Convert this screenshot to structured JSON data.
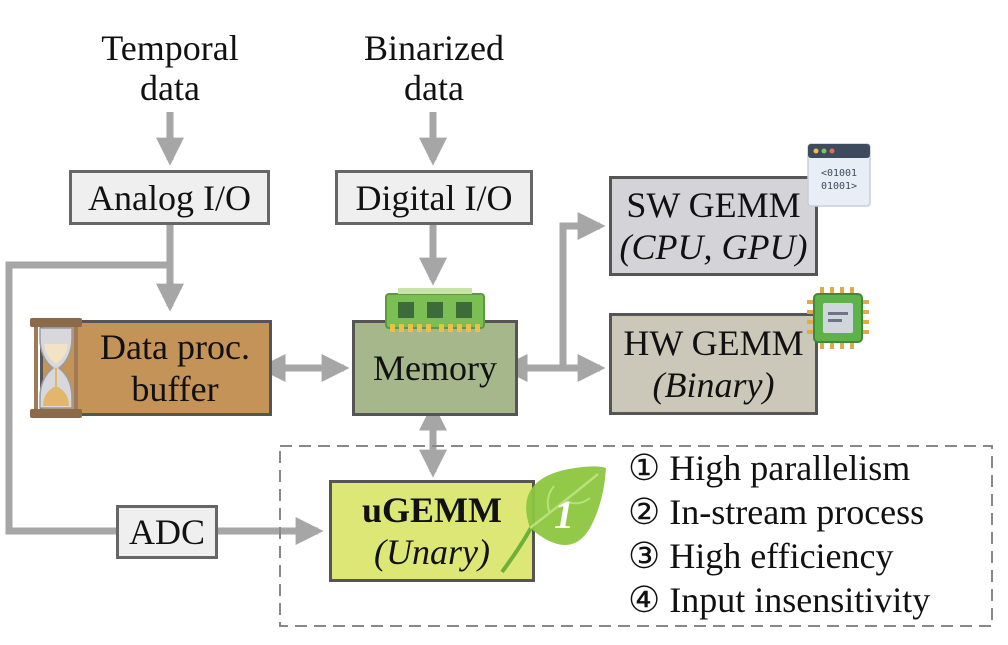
{
  "inputs": {
    "temporal": [
      "Temporal",
      "data"
    ],
    "binarized": [
      "Binarized",
      "data"
    ]
  },
  "io": {
    "analog": "Analog I/O",
    "digital": "Digital I/O"
  },
  "blocks": {
    "buffer": [
      "Data proc.",
      "buffer"
    ],
    "memory": "Memory",
    "sw_gemm": {
      "title": "SW GEMM",
      "subtitle": "(CPU, GPU)"
    },
    "hw_gemm": {
      "title": "HW GEMM",
      "subtitle": "(Binary)"
    },
    "adc": "ADC",
    "ugemm": {
      "title": "uGEMM",
      "subtitle": "(Unary)"
    }
  },
  "features": [
    "① High parallelism",
    "② In-stream process",
    "③ High efficiency",
    "④ Input insensitivity"
  ],
  "icons": {
    "hourglass": "hourglass-icon",
    "memory_chip": "memory-module-icon",
    "code_window": "binary-code-window-icon",
    "processor": "processor-chip-icon",
    "leaf": "leaf-one-icon"
  },
  "colors": {
    "arrow": "#a6a6a6",
    "buffer_fill": "#c49357",
    "memory_fill": "#a5b78b",
    "sw_fill": "#d4d4d8",
    "hw_fill": "#ccc8b9",
    "ugemm_fill": "#dce776",
    "io_fill": "#efefef"
  }
}
